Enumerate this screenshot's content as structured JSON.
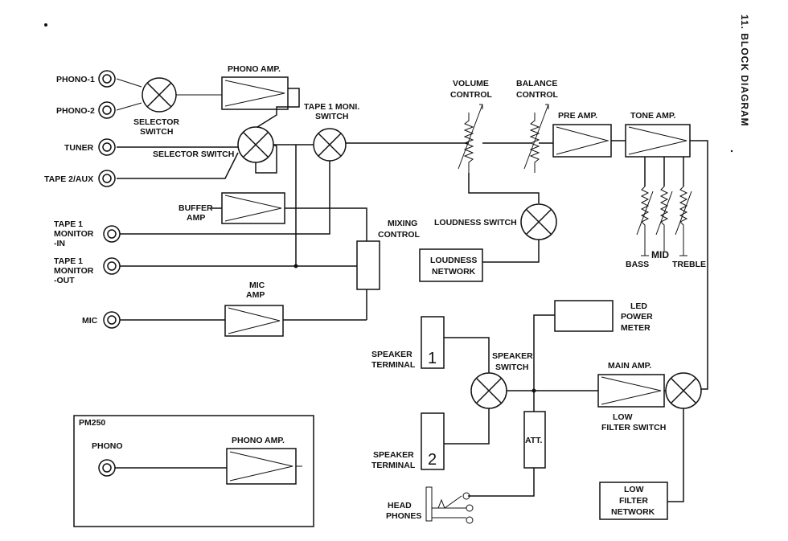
{
  "title": "11. BLOCK DIAGRAM",
  "inputs": {
    "phono1": "PHONO-1",
    "phono2": "PHONO-2",
    "tuner": "TUNER",
    "tape2": "TAPE 2/AUX",
    "tape1_in": [
      "TAPE 1",
      "MONITOR",
      "-IN"
    ],
    "tape1_out": [
      "TAPE 1",
      "MONITOR",
      "-OUT"
    ],
    "mic": "MIC"
  },
  "blocks": {
    "phono_amp": "PHONO AMP.",
    "selector_switch_1": [
      "SELECTOR",
      "SWITCH"
    ],
    "selector_switch_2": "SELECTOR SWITCH",
    "tape1_moni": [
      "TAPE 1 MONI.",
      "SWITCH"
    ],
    "buffer_amp": [
      "BUFFER",
      "AMP"
    ],
    "mixing_control": [
      "MIXING",
      "CONTROL"
    ],
    "mic_amp": [
      "MIC",
      "AMP"
    ],
    "volume_control": [
      "VOLUME",
      "CONTROL"
    ],
    "balance_control": [
      "BALANCE",
      "CONTROL"
    ],
    "pre_amp": "PRE AMP.",
    "tone_amp": "TONE AMP.",
    "loudness_switch": "LOUDNESS SWITCH",
    "loudness_network": [
      "LOUDNESS",
      "NETWORK"
    ],
    "bass": "BASS",
    "mid": "MID",
    "treble": "TREBLE",
    "led_meter": [
      "LED",
      "POWER",
      "METER"
    ],
    "speaker_switch": [
      "SPEAKER",
      "SWITCH"
    ],
    "speaker_terminal_1": [
      "SPEAKER",
      "TERMINAL"
    ],
    "speaker_terminal_2": [
      "SPEAKER",
      "TERMINAL"
    ],
    "terminal_1_num": "1",
    "terminal_2_num": "2",
    "att": "ATT.",
    "headphones": [
      "HEAD",
      "PHONES"
    ],
    "main_amp": "MAIN AMP.",
    "low_filter_switch": [
      "LOW",
      "FILTER SWITCH"
    ],
    "low_filter_network": [
      "LOW",
      "FILTER",
      "NETWORK"
    ]
  },
  "inset": {
    "model": "PM250",
    "phono": "PHONO",
    "phono_amp": "PHONO AMP."
  }
}
